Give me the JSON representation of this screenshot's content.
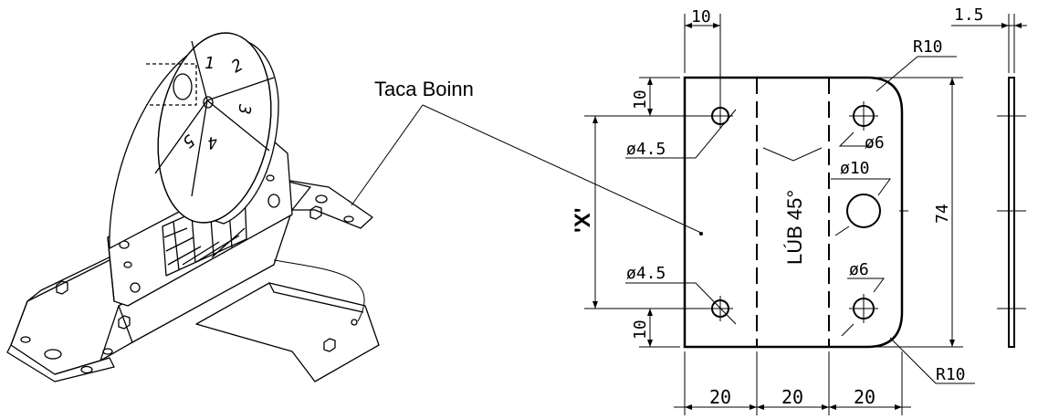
{
  "callout": {
    "label": "Taca Boinn"
  },
  "drawing": {
    "dims": {
      "top_width": "10",
      "thickness": "1.5",
      "radius_top": "R10",
      "radius_bottom": "R10",
      "left_top": "10",
      "left_bottom": "10",
      "x_label": "'X'",
      "hole_small_top": "ø4.5",
      "hole_small_bottom": "ø4.5",
      "hole_right_top": "ø6",
      "hole_mid": "ø10",
      "hole_right_bottom": "ø6",
      "height_total": "74",
      "bottom_1": "20",
      "bottom_2": "20",
      "bottom_3": "20"
    },
    "fold_label": "LÚB 45°"
  },
  "wheel": {
    "segments": [
      "1",
      "2",
      "3",
      "4",
      "5"
    ]
  }
}
